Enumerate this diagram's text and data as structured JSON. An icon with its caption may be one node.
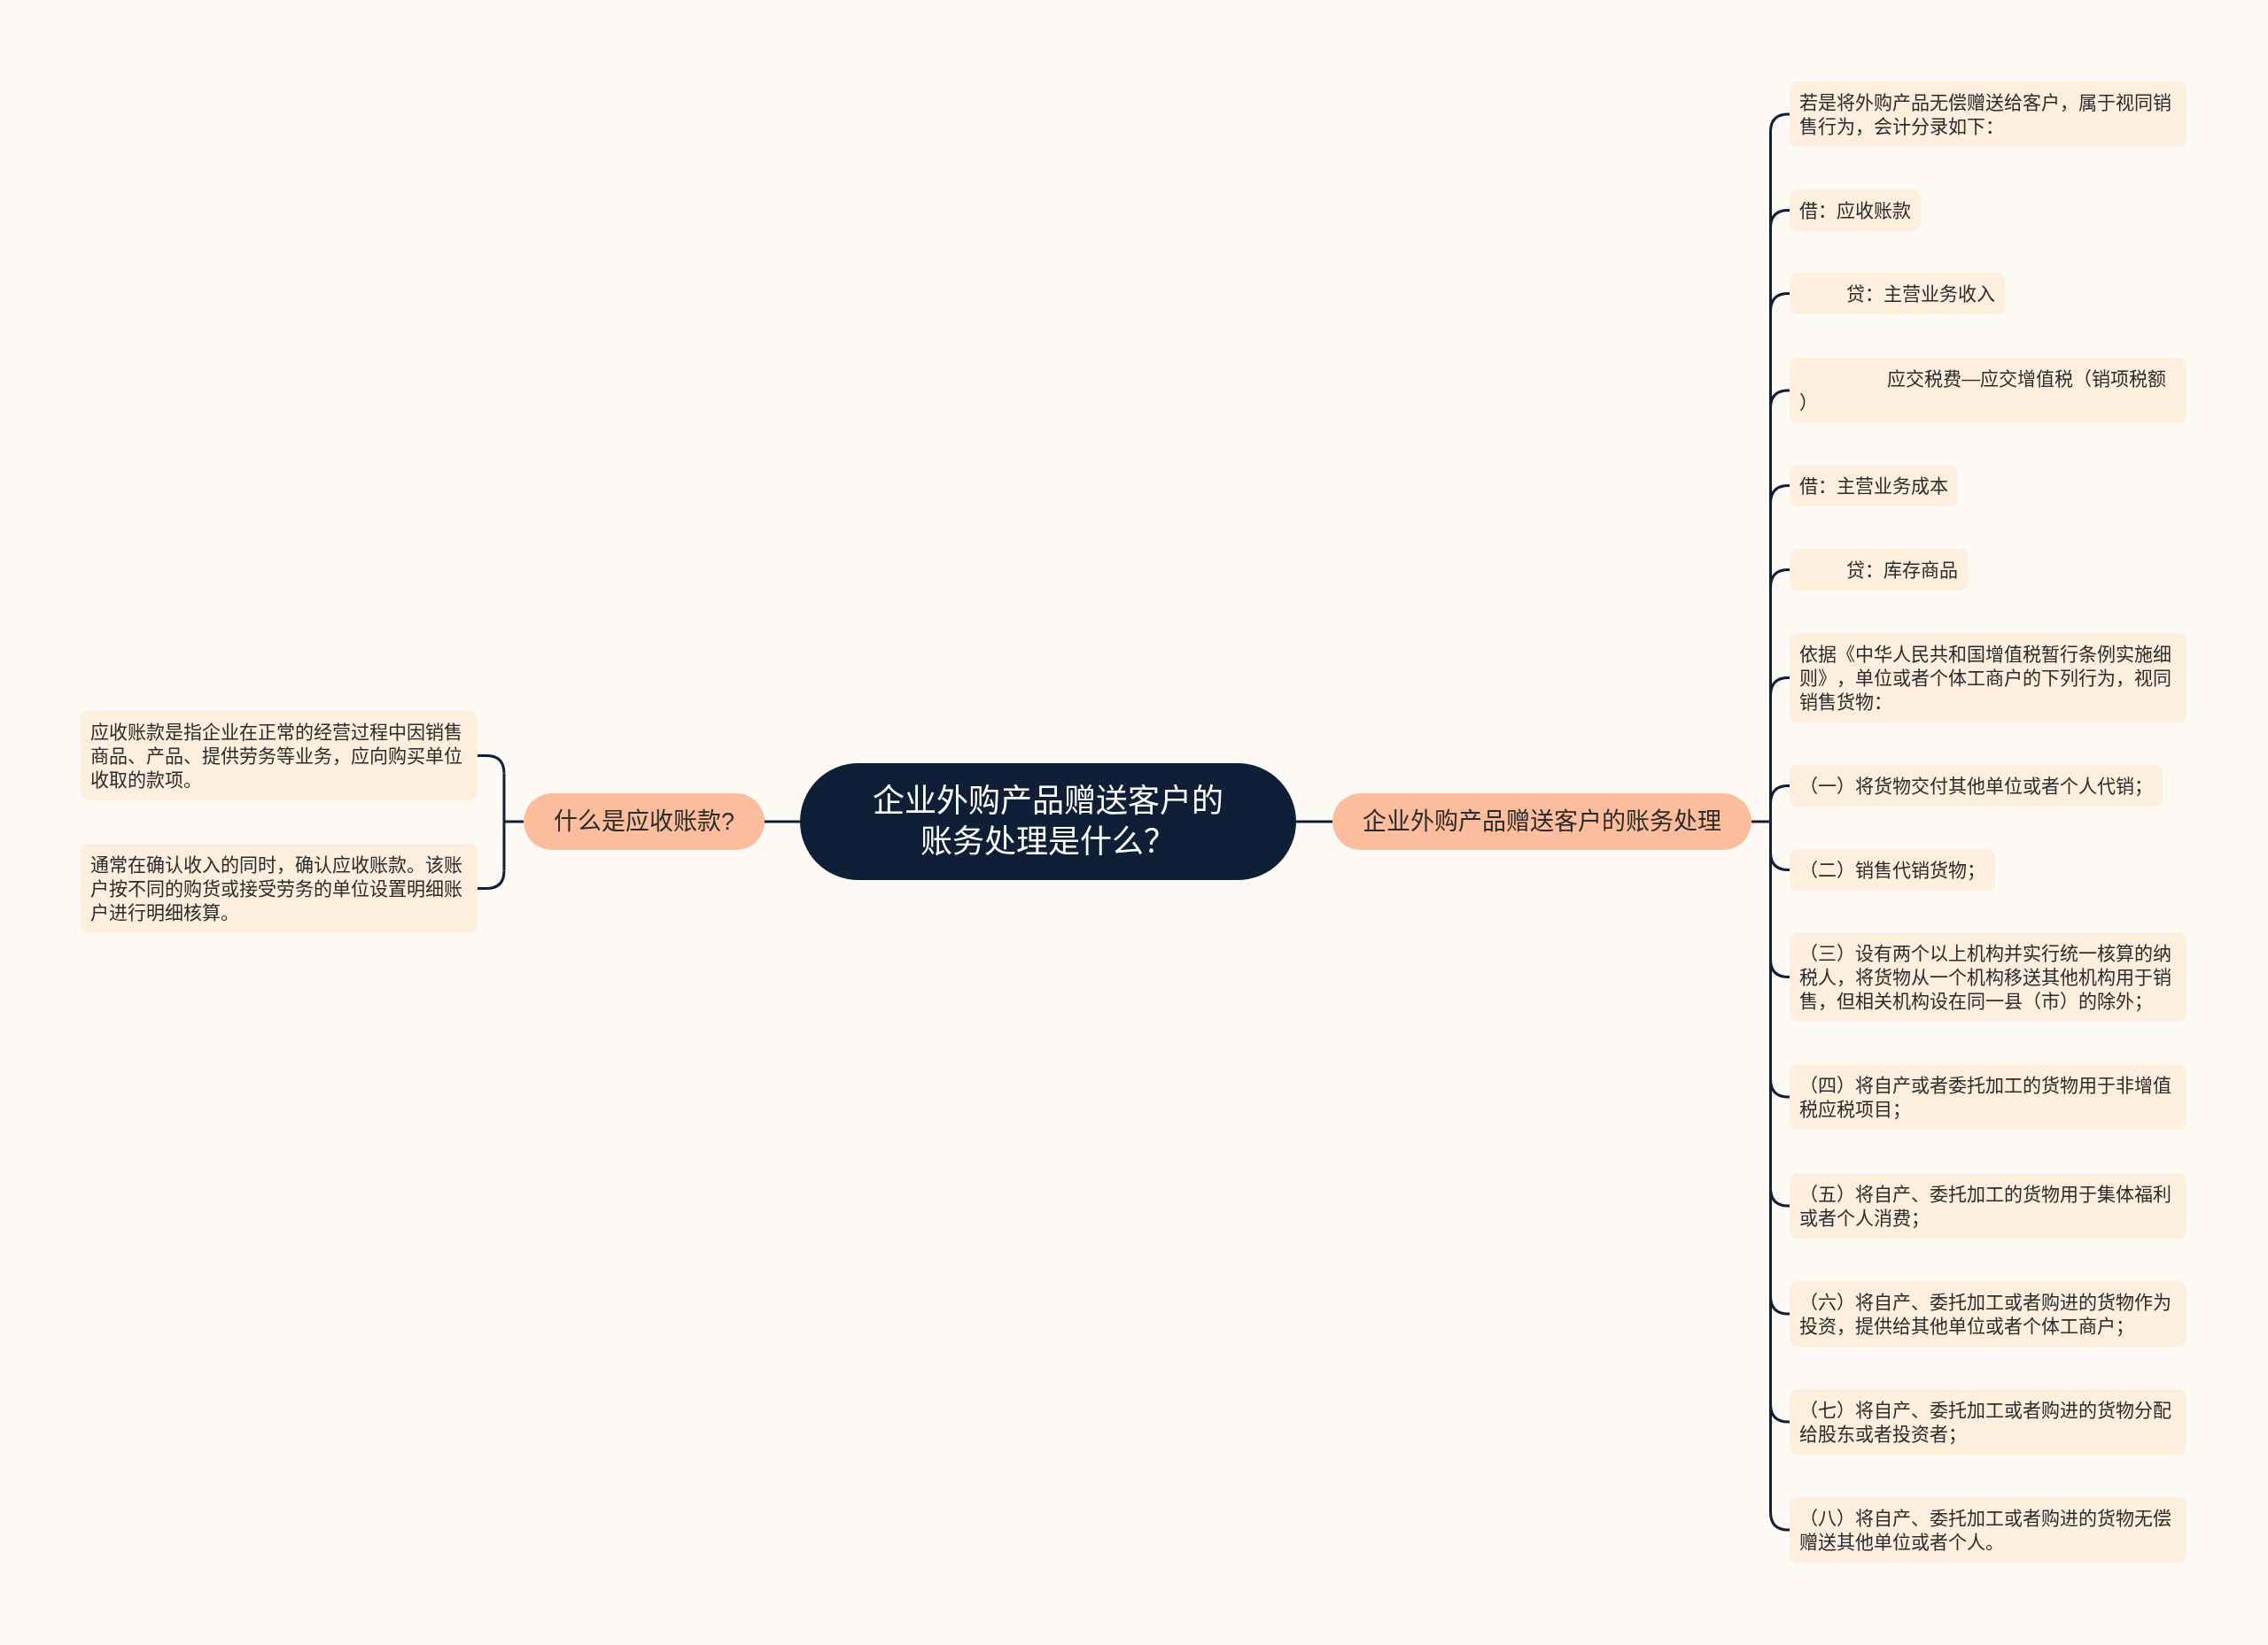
{
  "diagram": {
    "nodes": [
      {
        "text": [
          "企业外购产品赠送客户的账务处理是什么？"
        ]
      },
      {
        "text": [
          "企业外购产品赠送客户的账务处理"
        ]
      },
      {
        "text": [
          "若是将外购产品无偿赠送给客户，属于视同销售行为，会计分录如下："
        ]
      },
      {
        "text": [
          "借：应收账款"
        ]
      },
      {
        "text": [
          "         贷：主营业务收入"
        ]
      },
      {
        "text": [
          "                 应交税费—应交增值税（销项税额）"
        ]
      },
      {
        "text": [
          "借：主营业务成本"
        ]
      },
      {
        "text": [
          "         贷：库存商品"
        ]
      },
      {
        "text": [
          "依据《中华人民共和国增值税暂行条例实施细则》，单位或者个体工商户的下列行为，视同销售货物："
        ]
      },
      {
        "text": [
          "（一）将货物交付其他单位或者个人代销；"
        ]
      },
      {
        "text": [
          "（二）销售代销货物；"
        ]
      },
      {
        "text": [
          "（三）设有两个以上机构并实行统一核算的纳税人，将货物从一个机构移送其他机构用于销售，但相关机构设在同一县（市）的除外；"
        ]
      },
      {
        "text": [
          "（四）将自产或者委托加工的货物用于非增值税应税项目；"
        ]
      },
      {
        "text": [
          "（五）将自产、委托加工的货物用于集体福利或者个人消费；"
        ]
      },
      {
        "text": [
          "（六）将自产、委托加工或者购进的货物作为投资，提供给其他单位或者个体工商户；"
        ]
      },
      {
        "text": [
          "（七）将自产、委托加工或者购进的货物分配给股东或者投资者；"
        ]
      },
      {
        "text": [
          "（八）将自产、委托加工或者购进的货物无偿赠送其他单位或者个人。"
        ]
      },
      {
        "text": [
          "什么是应收账款?"
        ]
      },
      {
        "text": [
          "应收账款是指企业在正常的经营过程中因销售商品、产品、提供劳务等业务，应向购买单位收取的款项。"
        ]
      },
      {
        "text": [
          "通常在确认收入的同时，确认应收账款。该账户按不同的购货或接受劳务的单位设置明细账户进行明细核算。"
        ]
      }
    ],
    "edges": [
      {
        "from": 0,
        "to": 1,
        "arrow": "none"
      },
      {
        "from": 1,
        "to": 2,
        "arrow": "none"
      },
      {
        "from": 1,
        "to": 3,
        "arrow": "none"
      },
      {
        "from": 1,
        "to": 4,
        "arrow": "none"
      },
      {
        "from": 1,
        "to": 5,
        "arrow": "none"
      },
      {
        "from": 1,
        "to": 6,
        "arrow": "none"
      },
      {
        "from": 1,
        "to": 7,
        "arrow": "none"
      },
      {
        "from": 1,
        "to": 8,
        "arrow": "none"
      },
      {
        "from": 1,
        "to": 9,
        "arrow": "none"
      },
      {
        "from": 1,
        "to": 10,
        "arrow": "none"
      },
      {
        "from": 1,
        "to": 11,
        "arrow": "none"
      },
      {
        "from": 1,
        "to": 12,
        "arrow": "none"
      },
      {
        "from": 1,
        "to": 13,
        "arrow": "none"
      },
      {
        "from": 1,
        "to": 14,
        "arrow": "none"
      },
      {
        "from": 1,
        "to": 15,
        "arrow": "none"
      },
      {
        "from": 1,
        "to": 16,
        "arrow": "none"
      },
      {
        "from": 0,
        "to": 17,
        "arrow": "none"
      },
      {
        "from": 17,
        "to": 18,
        "arrow": "none"
      },
      {
        "from": 17,
        "to": 19,
        "arrow": "none"
      }
    ]
  }
}
